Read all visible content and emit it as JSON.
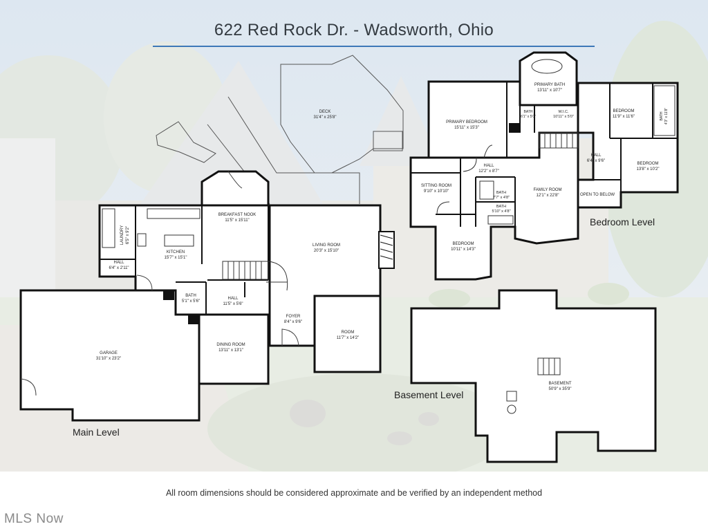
{
  "title": "622 Red Rock Dr. - Wadsworth, Ohio",
  "levels": {
    "main": "Main Level",
    "bedroom": "Bedroom Level",
    "basement": "Basement Level"
  },
  "disclaimer": "All room dimensions should be considered approximate and be verified by an independent method",
  "watermark": "MLS Now",
  "colors": {
    "title_rule": "#3d78b8",
    "wall": "#111111"
  },
  "rooms": {
    "deck": {
      "name": "DECK",
      "dims": "31'4\" x 25'8\""
    },
    "breakfast_nook": {
      "name": "BREAKFAST NOOK",
      "dims": "11'5\" x 15'11\""
    },
    "laundry": {
      "name": "LAUNDRY",
      "dims": "6'5\" x 9'2\""
    },
    "kitchen": {
      "name": "KITCHEN",
      "dims": "15'7\" x 15'1\""
    },
    "hall_main_1": {
      "name": "HALL",
      "dims": "6'4\" x 2'11\""
    },
    "living_room": {
      "name": "LIVING ROOM",
      "dims": "20'3\" x 15'10\""
    },
    "bath_main": {
      "name": "BATH",
      "dims": "5'1\" x 5'6\""
    },
    "hall_main_2": {
      "name": "HALL",
      "dims": "11'5\" x 5'6\""
    },
    "foyer": {
      "name": "FOYER",
      "dims": "8'4\" x 9'6\""
    },
    "room": {
      "name": "ROOM",
      "dims": "11'7\" x 14'2\""
    },
    "garage": {
      "name": "GARAGE",
      "dims": "31'10\" x 23'2\""
    },
    "dining_room": {
      "name": "DINING ROOM",
      "dims": "13'11\" x 13'1\""
    },
    "primary_bath": {
      "name": "PRIMARY BATH",
      "dims": "13'11\" x 10'7\""
    },
    "primary_bedroom": {
      "name": "PRIMARY BEDROOM",
      "dims": "15'11\" x 15'3\""
    },
    "bath_primary_wc": {
      "name": "BATH",
      "dims": "6'1\" x 5'0\""
    },
    "wic": {
      "name": "W.I.C.",
      "dims": "10'11\" x 5'0\""
    },
    "bedroom_1": {
      "name": "BEDROOM",
      "dims": "11'9\" x 11'6\""
    },
    "bath_side": {
      "name": "BATH",
      "dims": "4'3\" x 11'8\""
    },
    "hall_upper_small": {
      "name": "HALL",
      "dims": "6'4\" x 9'6\""
    },
    "bedroom_2": {
      "name": "BEDROOM",
      "dims": "13'8\" x 10'2\""
    },
    "hall_upper": {
      "name": "HALL",
      "dims": "12'2\" x 8'7\""
    },
    "sitting_room": {
      "name": "SITTING ROOM",
      "dims": "9'10\" x 10'10\""
    },
    "bath_upper_1": {
      "name": "BATH",
      "dims": "7'7\" x 4'8\""
    },
    "bath_upper_2": {
      "name": "BATH",
      "dims": "5'10\" x 4'8\""
    },
    "family_room": {
      "name": "FAMILY ROOM",
      "dims": "12'1\" x 22'8\""
    },
    "open_to_below": {
      "name": "OPEN TO BELOW",
      "dims": ""
    },
    "bedroom_3": {
      "name": "BEDROOM",
      "dims": "10'11\" x 14'3\""
    },
    "basement": {
      "name": "BASEMENT",
      "dims": "50'9\" x 35'9\""
    }
  }
}
